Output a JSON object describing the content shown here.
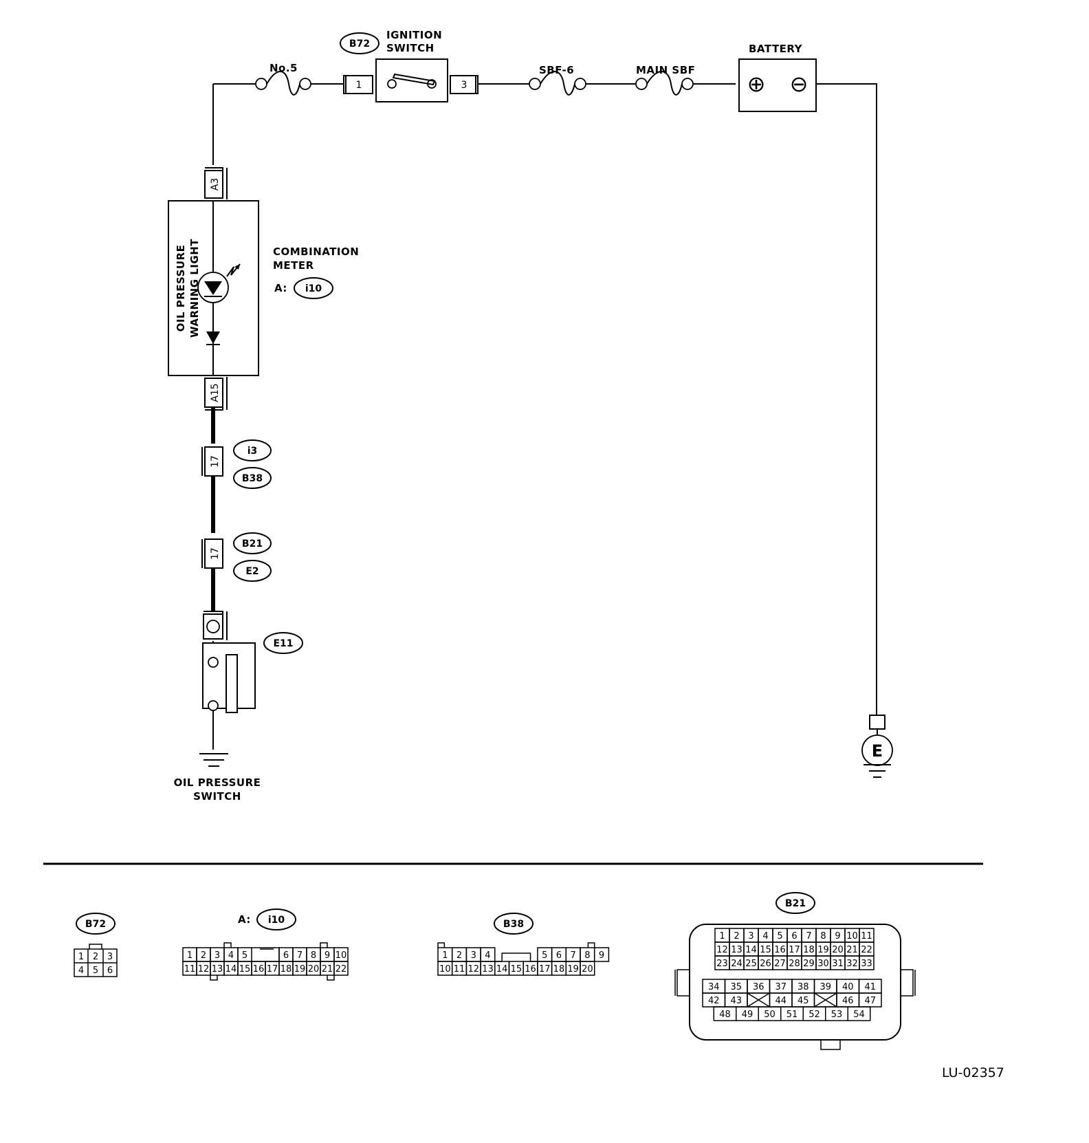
{
  "labels": {
    "fuse_no5": "No.5",
    "ignition_switch": [
      "IGNITION",
      "SWITCH"
    ],
    "sbf6": "SBF-6",
    "main_sbf": "MAIN SBF",
    "battery": "BATTERY",
    "combination_meter": [
      "COMBINATION",
      "METER"
    ],
    "meter_connector_prefix": "A:",
    "warning_light": [
      "OIL PRESSURE",
      "WARNING LIGHT"
    ],
    "oil_pressure_switch": [
      "OIL PRESSURE",
      "SWITCH"
    ],
    "ground_symbol": "E",
    "battery_plus": "⊕",
    "battery_minus": "⊖"
  },
  "connector_ids": {
    "ignition_switch": "B72",
    "combination_meter": "i10",
    "joint_upper_a": "i3",
    "joint_upper_b": "B38",
    "joint_lower_a": "B21",
    "joint_lower_b": "E2",
    "oil_pressure_switch": "E11"
  },
  "terminals": {
    "ignition_in": "1",
    "ignition_out": "3",
    "meter_in": "A3",
    "meter_out": "A15",
    "joint_upper": "17",
    "joint_lower": "17"
  },
  "connector_faces": {
    "b72": {
      "title": "B72",
      "rows": [
        [
          "1",
          "2",
          "3"
        ],
        [
          "4",
          "5",
          "6"
        ]
      ]
    },
    "i10": {
      "prefix": "A:",
      "title": "i10",
      "rows": [
        [
          "1",
          "2",
          "3",
          "4",
          "5",
          "",
          "6",
          "7",
          "8",
          "9",
          "10"
        ],
        [
          "11",
          "12",
          "13",
          "14",
          "15",
          "16",
          "17",
          "18",
          "19",
          "20",
          "21",
          "22"
        ]
      ]
    },
    "b38": {
      "title": "B38",
      "rows": [
        [
          "1",
          "2",
          "3",
          "4",
          "5",
          "6",
          "7",
          "8",
          "9"
        ],
        [
          "10",
          "11",
          "12",
          "13",
          "14",
          "15",
          "16",
          "17",
          "18",
          "19",
          "20"
        ]
      ]
    },
    "b21": {
      "title": "B21",
      "rows": [
        [
          "1",
          "2",
          "3",
          "4",
          "5",
          "6",
          "7",
          "8",
          "9",
          "10",
          "11"
        ],
        [
          "12",
          "13",
          "14",
          "15",
          "16",
          "17",
          "18",
          "19",
          "20",
          "21",
          "22"
        ],
        [
          "23",
          "24",
          "25",
          "26",
          "27",
          "28",
          "29",
          "30",
          "31",
          "32",
          "33"
        ],
        [
          "34",
          "35",
          "36",
          "37",
          "38",
          "39",
          "40",
          "41"
        ],
        [
          "42",
          "43",
          "44",
          "45",
          "46",
          "47"
        ],
        [
          "48",
          "49",
          "50",
          "51",
          "52",
          "53",
          "54"
        ]
      ]
    }
  },
  "figure_code": "LU-02357"
}
